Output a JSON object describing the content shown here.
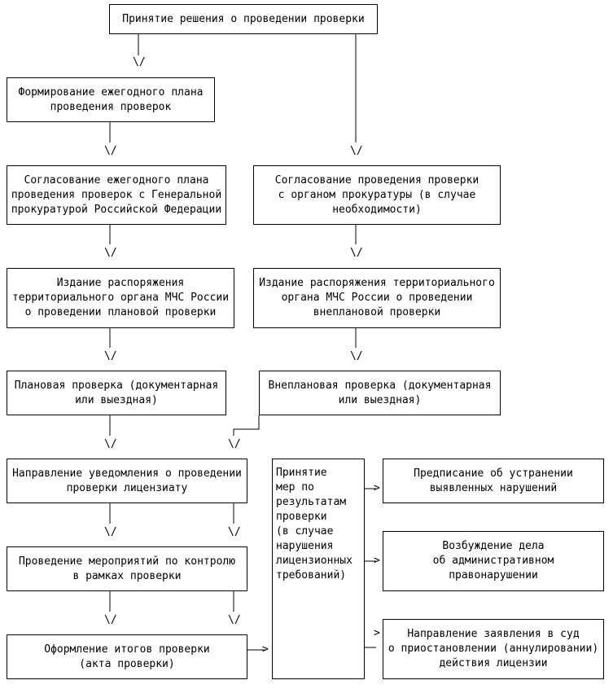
{
  "nodes": {
    "decision": "Принятие решения о проведении проверки",
    "annual_plan": "Формирование ежегодного плана\nпроведения проверок",
    "plan_agreement": "Согласование ежегодного плана\nпроведения проверок с Генеральной\nпрокуратурой Российской Федерации",
    "prosecutor_agreement": "Согласование проведения проверки\nс органом прокуратуры (в случае\nнеобходимости)",
    "planned_order": "Издание распоряжения\nтерриториального органа МЧС России\nо проведении плановой проверки",
    "unplanned_order": "Издание распоряжения территориального\nоргана МЧС России о проведении\nвнеплановой проверки",
    "planned_check": "Плановая проверка (документарная\nили выездная)",
    "unplanned_check": "Внеплановая проверка (документарная\nили выездная)",
    "notification": "Направление уведомления о проведении\nпроверки лицензиату",
    "control_measures": "Проведение мероприятий по контролю\nв рамках проверки",
    "results": "Оформление итогов проверки\n(акта проверки)",
    "measures": "Принятие\nмер по\nрезультатам\nпроверки\n(в случае\nнарушения\nлицензионных\nтребований)",
    "order_fix": "Предписание об устранении\nвыявленных нарушений",
    "admin_case": "Возбуждение дела\nоб административном\nправонарушении",
    "court": "Направление заявления в суд\nо приостановлении (аннулировании)\nдействия лицензии"
  },
  "arrow_glyph": "\\/",
  "right_arrow_glyph": ">"
}
